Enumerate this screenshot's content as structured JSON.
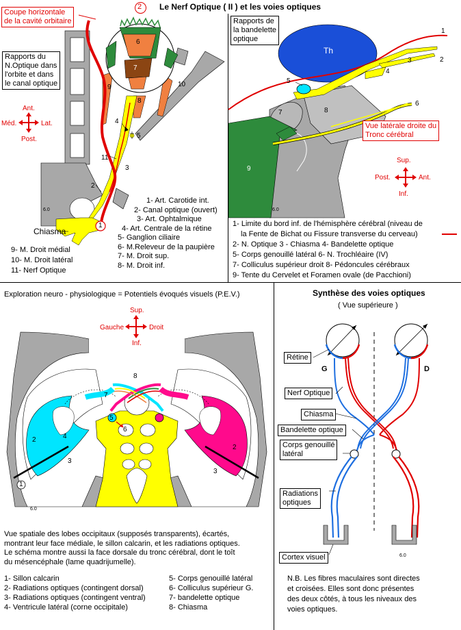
{
  "title": {
    "circle_num": "2",
    "text": "Le Nerf Optique ( II )  et les voies optiques"
  },
  "panel1": {
    "coupe": [
      "Coupe  horizontale",
      "de la cavité orbitaire"
    ],
    "rapports": [
      "Rapports du",
      "N.Optique dans",
      "l'orbite et dans",
      "le canal optique"
    ],
    "compass": {
      "top": "Ant.",
      "left": "Méd.",
      "right": "Lat.",
      "bottom": "Post."
    },
    "chiasma": "Chiasma",
    "labels": {
      "n1": "1",
      "n2": "2",
      "n3": "3",
      "n4": "4",
      "n5": "5",
      "n6": "6",
      "n7": "7",
      "n8": "8",
      "n9": "9",
      "n10": "10",
      "n11": "11",
      "v": "6.0"
    },
    "legend_right": [
      "1- Art. Carotide int.",
      "2- Canal optique (ouvert)",
      "3- Art. Ophtalmique",
      "4- Art. Centrale de la rétine",
      "5- Ganglion ciliaire",
      "6- M.Releveur de la paupière",
      "7- M. Droit sup.",
      "8- M. Droit inf."
    ],
    "legend_left": [
      "9- M. Droit médial",
      "10- M. Droit latéral",
      "11- Nerf Optique"
    ]
  },
  "panel2": {
    "rapports": [
      "Rapports de",
      "la bandelette",
      "optique"
    ],
    "th": "Th",
    "vue": [
      "Vue latérale droite du",
      "Tronc cérébral"
    ],
    "compass": {
      "top": "Sup.",
      "left": "Post.",
      "right": "Ant.",
      "bottom": "Inf."
    },
    "labels": {
      "n1": "1",
      "n2": "2",
      "n3": "3",
      "n4": "4",
      "n5": "5",
      "n6": "6",
      "n7": "7",
      "n8": "8",
      "n9": "9",
      "v": "6.0"
    },
    "legend": [
      "1- Limite du bord inf. de l'hémisphère cérébral (niveau de",
      "la Fente de Bichat ou Fissure transverse du cerveau)",
      "2- N. Optique  3 - Chiasma  4- Bandelette optique",
      "5- Corps genouillé latéral    6- N. Trochléaire (IV)",
      "7- Colliculus supérieur droit    8- Pédoncules cérébraux",
      "9- Tente du Cervelet et Foramen ovale (de Pacchioni)"
    ]
  },
  "panel3": {
    "title": "Exploration neuro - physiologique = Potentiels évoqués visuels (P.E.V.)",
    "compass": {
      "top": "Sup.",
      "left": "Gauche",
      "right": "Droit",
      "bottom": "Inf."
    },
    "labels": {
      "n1": "1",
      "n2l": "2",
      "n2r": "2",
      "n3l": "3",
      "n3r": "3",
      "n4": "4",
      "n5": "5",
      "n6": "6",
      "n7": "7",
      "n8": "8",
      "v": "6.0"
    },
    "desc": [
      "Vue spatiale des lobes occipitaux (supposés transparents), écartés,",
      "montrant leur face médiale, le sillon calcarin, et les radiations optiques.",
      "Le schéma  montre aussi la face dorsale du tronc cérébral, dont le toît",
      "du mésencéphale (lame quadrijumelle)."
    ],
    "legend_left": [
      "1- Sillon calcarin",
      "2- Radiations optiques (contingent dorsal)",
      "3- Radiations optiques (contingent ventral)",
      "4- Ventricule latéral (corne occipitale)"
    ],
    "legend_right": [
      "5- Corps genouillé latéral",
      "6- Colliculus supérieur G.",
      "7- bandelette optique",
      "8- Chiasma"
    ]
  },
  "panel4": {
    "title": "Synthèse des voies optiques",
    "subtitle": "( Vue supérieure )",
    "g": "G",
    "d": "D",
    "boxes": [
      "Rétine",
      "Nerf Optique",
      "Chiasma",
      "Bandelette optique",
      "Corps genouillé",
      "latéral",
      "Radiations",
      "optiques",
      "Cortex visuel"
    ],
    "v": "6.0",
    "nb": [
      "N.B.  Les fibres maculaires sont directes",
      "et croisées. Elles sont donc présentes",
      "des deux côtés, à tous les niveaux des",
      "voies optiques."
    ]
  },
  "colors": {
    "red": "#e00000",
    "blue": "#1e6fe0",
    "yellow": "#ffff00",
    "cyan": "#00e5ff",
    "magenta": "#ff0a8c",
    "grey": "#a8a8a8",
    "green": "#2e8b3c",
    "navy": "#1a4fd8",
    "orange": "#f08040",
    "brown": "#8b4513"
  }
}
